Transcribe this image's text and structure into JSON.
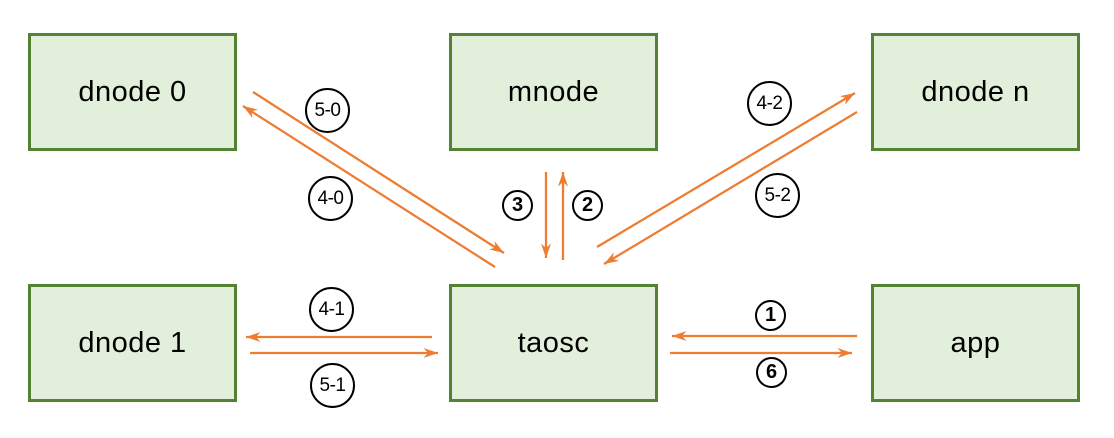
{
  "diagram": {
    "nodes": [
      {
        "id": "dnode0",
        "label": "dnode 0"
      },
      {
        "id": "mnode",
        "label": "mnode"
      },
      {
        "id": "dnoden",
        "label": "dnode n"
      },
      {
        "id": "dnode1",
        "label": "dnode 1"
      },
      {
        "id": "taosc",
        "label": "taosc"
      },
      {
        "id": "app",
        "label": "app"
      }
    ],
    "edges": [
      {
        "from": "dnode 0",
        "to": "taosc",
        "label": "5-0"
      },
      {
        "from": "taosc",
        "to": "dnode 0",
        "label": "4-0"
      },
      {
        "from": "mnode",
        "to": "taosc",
        "label": "3"
      },
      {
        "from": "taosc",
        "to": "mnode",
        "label": "2"
      },
      {
        "from": "taosc",
        "to": "dnode n",
        "label": "4-2"
      },
      {
        "from": "dnode n",
        "to": "taosc",
        "label": "5-2"
      },
      {
        "from": "taosc",
        "to": "dnode 1",
        "label": "4-1"
      },
      {
        "from": "dnode 1",
        "to": "taosc",
        "label": "5-1"
      },
      {
        "from": "app",
        "to": "taosc",
        "label": "1"
      },
      {
        "from": "taosc",
        "to": "app",
        "label": "6"
      }
    ],
    "colors": {
      "node_fill": "#e2efda",
      "node_border": "#548235",
      "arrow": "#ed7d31",
      "badge_border": "#000000",
      "text": "#000000",
      "background": "#ffffff"
    }
  }
}
